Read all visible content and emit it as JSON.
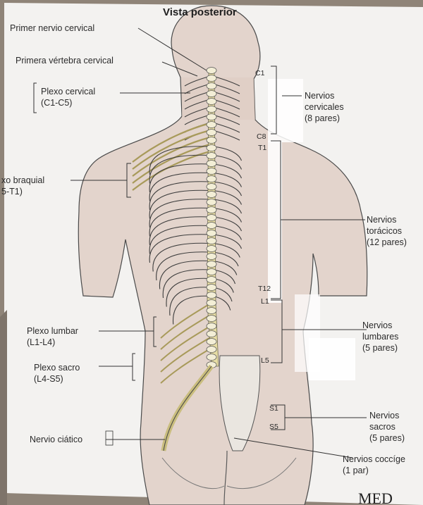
{
  "title": "Vista posterior",
  "left_labels": {
    "primer_nervio": "Primer nervio cervical",
    "primera_vertebra": "Primera vértebra cervical",
    "plexo_cervical": [
      "Plexo cervical",
      "(C1-C5)"
    ],
    "plexo_braquial": [
      "xo braquial",
      "5-T1)"
    ],
    "plexo_lumbar": [
      "Plexo lumbar",
      "(L1-L4)"
    ],
    "plexo_sacro": [
      "Plexo sacro",
      "(L4-S5)"
    ],
    "nervio_ciatico": "Nervio ciático"
  },
  "right_labels": {
    "cervicales": [
      "Nervios",
      "cervicales",
      "(8 pares)"
    ],
    "toracicos": [
      "Nervios",
      "torácicos",
      "(12 pares)"
    ],
    "lumbares": [
      "Nervios",
      "lumbares",
      "(5 pares)"
    ],
    "sacros": [
      "Nervios",
      "sacros",
      "(5 pares)"
    ],
    "coccigeos": [
      "Nervios coccíge",
      "(1 par)"
    ]
  },
  "segment_markers": {
    "c1": "C1",
    "c8": "C8",
    "t1": "T1",
    "t12": "T12",
    "l1": "L1",
    "l5": "L5",
    "s1": "S1",
    "s5": "S5"
  },
  "corner_text": "MED",
  "colors": {
    "skin": "#e3d4cc",
    "paper": "#f4f3f1",
    "nerve": "#d9cf9a",
    "outline": "#3d3d3d"
  }
}
